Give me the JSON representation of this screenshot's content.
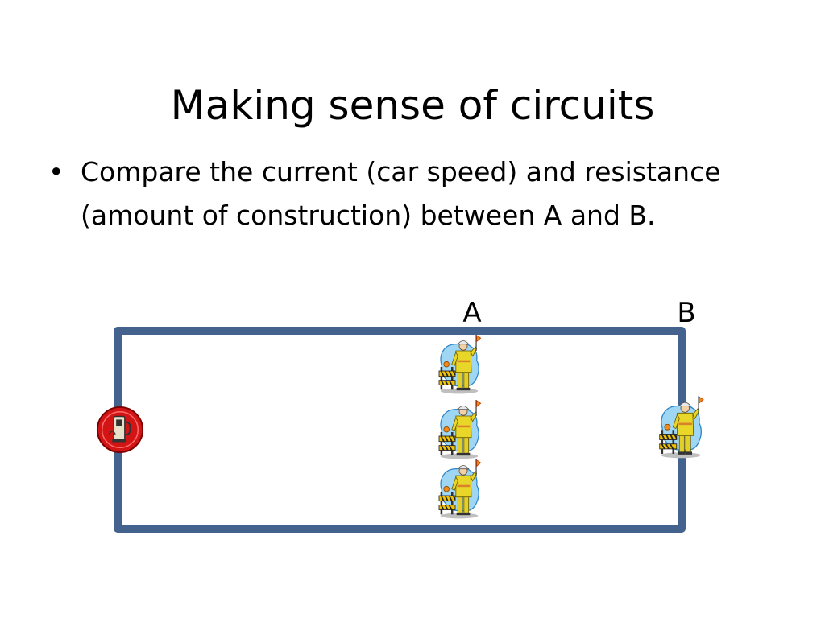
{
  "slide": {
    "title": "Making sense of circuits",
    "bullets": [
      "Compare the current (car speed) and resistance (amount of construction) between A and B."
    ]
  },
  "diagram": {
    "label_a": "A",
    "label_b": "B",
    "wire_color": "#43628e",
    "battery_color": "#d21414",
    "worker_icon": "construction-worker-icon",
    "battery_icon": "gas-pump-battery-icon"
  }
}
